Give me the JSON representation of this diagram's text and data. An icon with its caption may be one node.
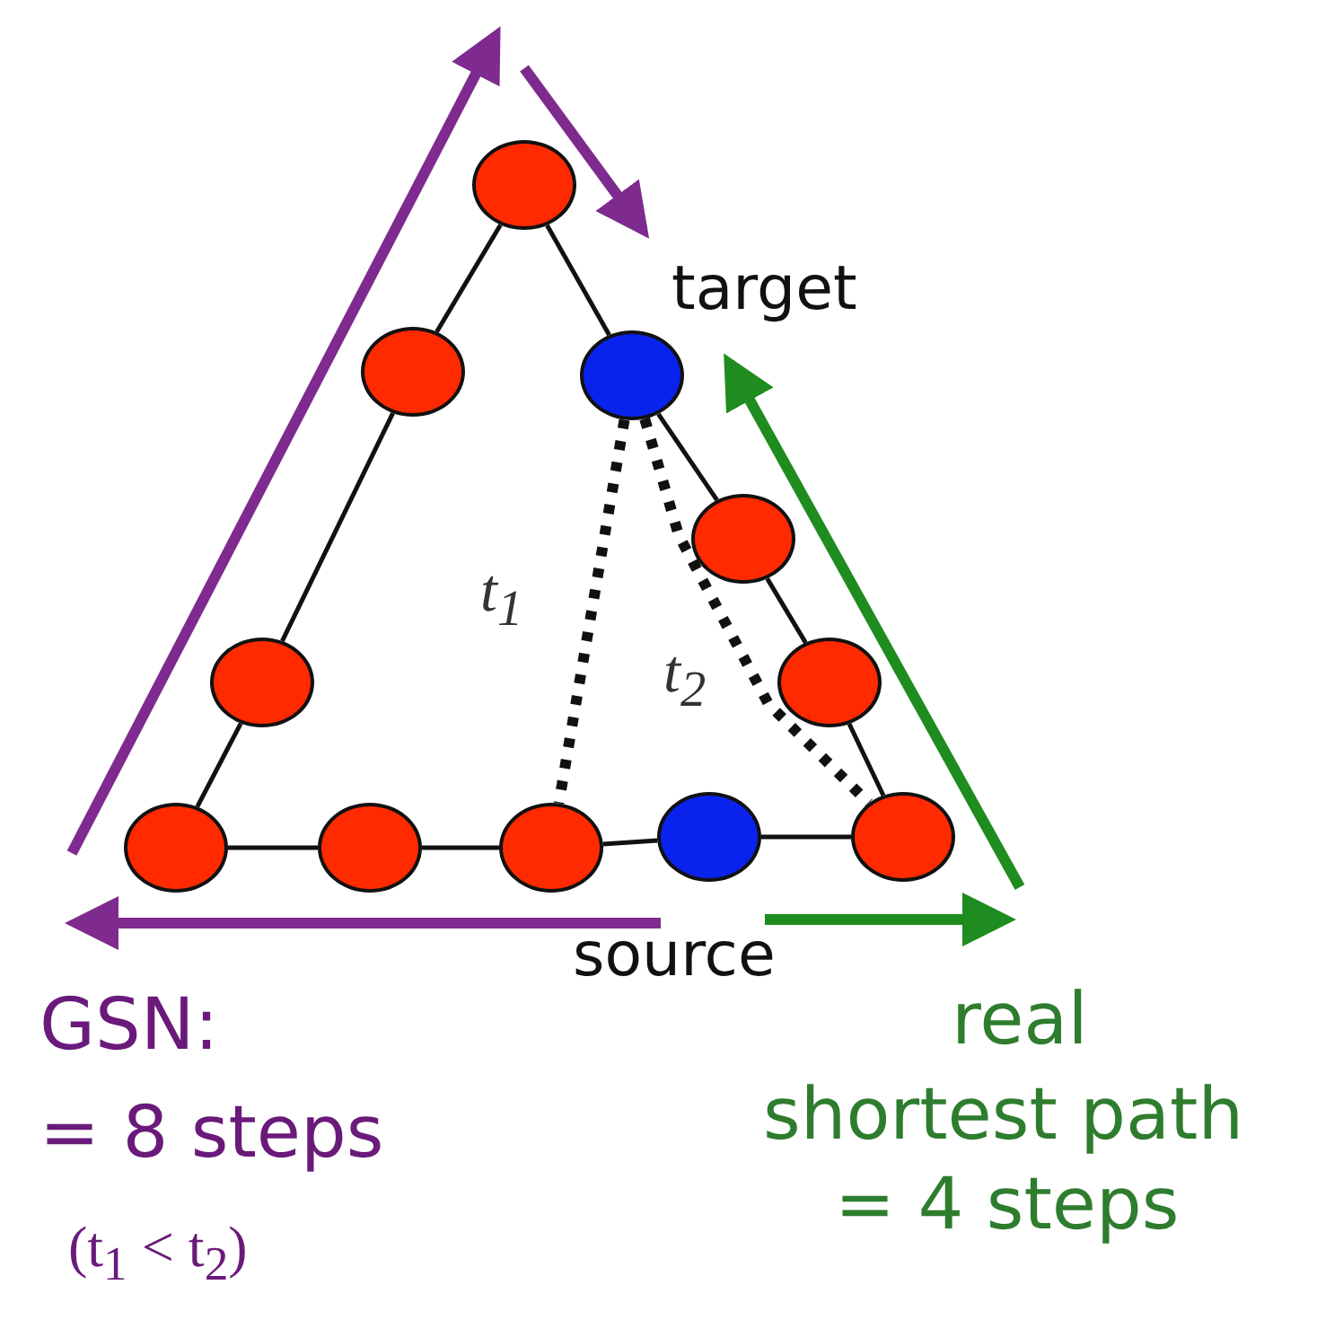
{
  "diagram": {
    "nodes": [
      {
        "text": [],
        "shape": "circle"
      },
      {
        "text": [],
        "shape": "circle"
      },
      {
        "text": [],
        "shape": "circle",
        "beside": [
          "target"
        ]
      },
      {
        "text": [],
        "shape": "circle"
      },
      {
        "text": [],
        "shape": "circle"
      },
      {
        "text": [],
        "shape": "circle"
      },
      {
        "text": [],
        "shape": "circle"
      },
      {
        "text": [],
        "shape": "circle"
      },
      {
        "text": [],
        "shape": "circle"
      },
      {
        "text": [],
        "shape": "circle",
        "beside": [
          "source"
        ]
      },
      {
        "text": [],
        "shape": "circle"
      }
    ],
    "edges": [
      {
        "from": 0,
        "to": 1,
        "arrow": "none"
      },
      {
        "from": 1,
        "to": 4,
        "arrow": "none"
      },
      {
        "from": 4,
        "to": 6,
        "arrow": "none"
      },
      {
        "from": 6,
        "to": 7,
        "arrow": "none"
      },
      {
        "from": 7,
        "to": 8,
        "arrow": "none"
      },
      {
        "from": 8,
        "to": 9,
        "arrow": "none"
      },
      {
        "from": 9,
        "to": 10,
        "arrow": "none"
      },
      {
        "from": 10,
        "to": 5,
        "arrow": "none"
      },
      {
        "from": 5,
        "to": 3,
        "arrow": "none"
      },
      {
        "from": 3,
        "to": 2,
        "arrow": "none"
      },
      {
        "from": 2,
        "to": 0,
        "arrow": "none"
      },
      {
        "from": 2,
        "to": 8,
        "arrow": "none",
        "style": "dashed",
        "label": "t$_{1}$"
      },
      {
        "from": 2,
        "to": 10,
        "arrow": "none",
        "style": "dashed",
        "label": "t$_{2}$"
      }
    ],
    "labels": [
      "GSN:",
      "= 8 steps",
      "(t$_{1}$ < t$_{2}$)",
      "real",
      "shortest path",
      "= 4 steps"
    ]
  }
}
